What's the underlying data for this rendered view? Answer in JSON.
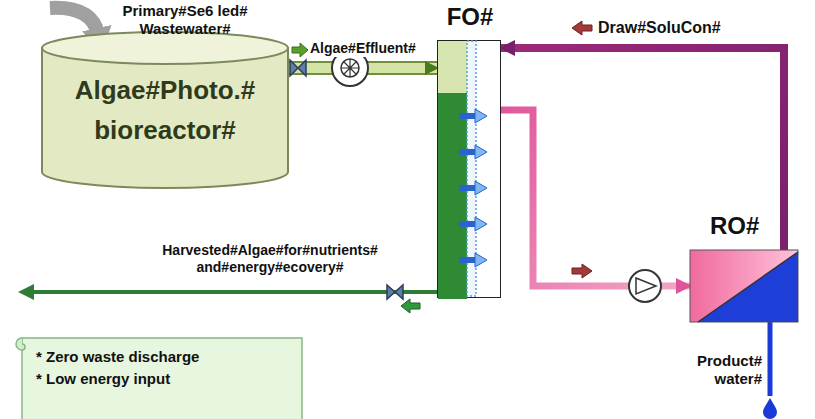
{
  "diagram": {
    "nodes": [
      {
        "text": [
          "Algae#Photo.# bioreactor#"
        ]
      },
      {
        "text": [
          "FO#"
        ]
      },
      {
        "text": [
          "RO#"
        ]
      },
      {
        "text": [
          "* Zero waste discharge",
          "* Low energy input"
        ]
      }
    ],
    "edges": [
      {
        "from": 0,
        "to": 1,
        "arrow": "to",
        "label": "Algae#Effluent#"
      },
      {
        "from": 2,
        "to": 1,
        "arrow": "to",
        "label": "Draw#SoluCon#"
      },
      {
        "from": 1,
        "to": 2,
        "arrow": "to"
      }
    ],
    "labels": [
      "Primary#Se6 led# Wastewater#",
      "Harvested#Algae#for#nutrients# and#energy#ecovery#",
      "Product# water#"
    ]
  }
}
